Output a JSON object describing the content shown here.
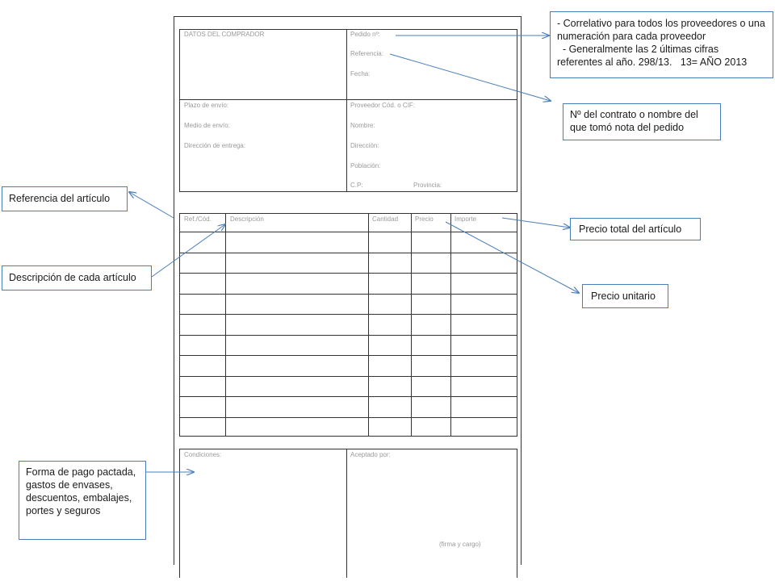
{
  "form": {
    "buyer": {
      "title": "DATOS DEL COMPRADOR"
    },
    "order": {
      "pedido": "Pedido  nº:",
      "referencia": "Referencia:",
      "fecha": "Fecha:"
    },
    "shipping": {
      "plazo": "Plazo de envío:",
      "medio": "Medio de envío:",
      "direccion": "Dirección de entrega:"
    },
    "supplier": {
      "proveedor": "Proveedor Cód. o CIF:",
      "nombre": "Nombre:",
      "direccion": "Dirección:",
      "poblacion": "Población:",
      "cp": "C.P:",
      "provincia": "Provincia:"
    },
    "items_table": {
      "headers": [
        "Ref./Cód.",
        "Descripción",
        "Cantidad",
        "Precio",
        "Importe"
      ],
      "empty_rows": 10
    },
    "footer": {
      "condiciones": "Condiciones:",
      "aceptado": "Aceptado por:",
      "firma": "(firma y cargo)"
    }
  },
  "callouts": {
    "pedido_line1": "- Correlativo para todos los proveedores o una numeración para    cada proveedor",
    "pedido_line2": "  - Generalmente las 2 últimas cifras referentes al año. 298/13.   13= AÑO 2013",
    "referencia": "Nº del contrato o nombre del que tomó nota del pedido",
    "ref_articulo": "Referencia del artículo",
    "descripcion": "Descripción de cada artículo",
    "importe": "Precio total del  artículo",
    "precio": "Precio unitario",
    "condiciones": "Forma de pago pactada, gastos de envases, descuentos, embalajes, portes y seguros"
  },
  "colors": {
    "arrow": "#4a7ebb",
    "form_line": "#333333",
    "form_text": "#9a9a9a"
  }
}
